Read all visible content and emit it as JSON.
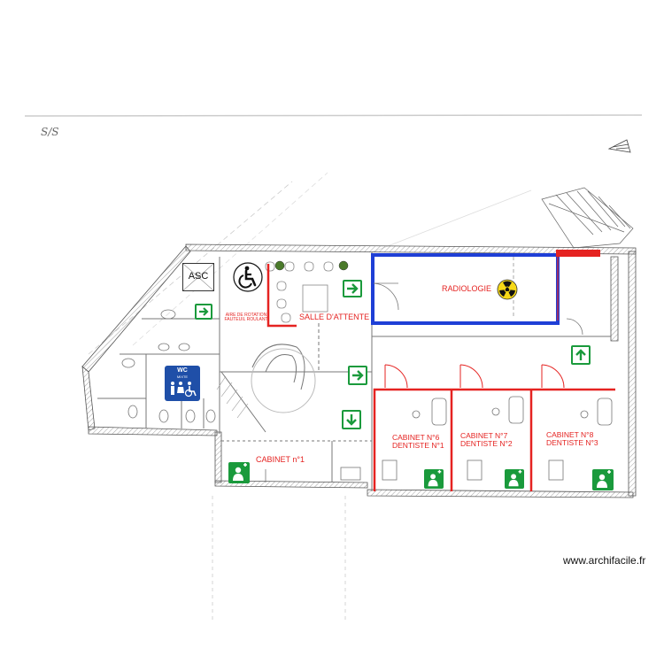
{
  "plan": {
    "handwritten_level": "S/S",
    "elevator_label": "ASC",
    "wc_label": "WC",
    "wc_sublabel": "MIXTE",
    "rotation_area_line1": "AIRE DE ROTATION",
    "rotation_area_line2": "FAUTEUIL ROULANT",
    "waiting_room": "SALLE D'ATTENTE",
    "radiology": "RADIOLOGIE",
    "cabinet_1": "CABINET  n°1",
    "cabinet_6_line1": "CABINET N°6",
    "cabinet_6_line2": "DENTISTE N°1",
    "cabinet_7_line1": "CABINET N°7",
    "cabinet_7_line2": "DENTISTE N°2",
    "cabinet_8_line1": "CABINET N°8",
    "cabinet_8_line2": "DENTISTE N°3"
  },
  "signs": {
    "exit_right": "arrow-right-icon",
    "exit_up": "arrow-up-icon",
    "exit_down": "arrow-down-icon",
    "first_aid": "first-aid-icon",
    "accessibility": "wheelchair-icon",
    "radiation": "radiation-icon"
  },
  "colors": {
    "red_wall": "#e52321",
    "radiology_outline": "#1f3fd6",
    "exit_green": "#1a9a3c",
    "wc_blue": "#1f4fa8",
    "radiation_yellow": "#f7d917"
  },
  "footer": {
    "watermark": "www.archifacile.fr"
  }
}
